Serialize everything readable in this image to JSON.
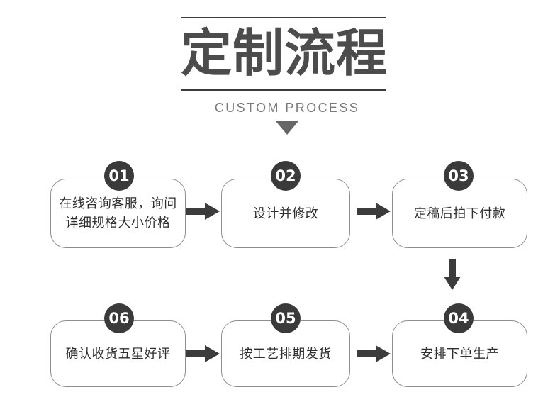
{
  "header": {
    "title": "定制流程",
    "subtitle": "CUSTOM PROCESS",
    "rule_color": "#3d3d3d",
    "title_color": "#4c4c4c",
    "subtitle_color": "#7b7b7b",
    "triangle_color": "#666666"
  },
  "colors": {
    "box_border": "#8e8e8e",
    "badge_bg": "#3a3a3a",
    "badge_text": "#ffffff",
    "arrow": "#3c3c3c",
    "text": "#2f2f2f",
    "background": "#ffffff"
  },
  "steps": [
    {
      "number": "01",
      "text": "在线咨询客服，询问\n详细规格大小价格"
    },
    {
      "number": "02",
      "text": "设计并修改"
    },
    {
      "number": "03",
      "text": "定稿后拍下付款"
    },
    {
      "number": "04",
      "text": "安排下单生产"
    },
    {
      "number": "05",
      "text": "按工艺排期发货"
    },
    {
      "number": "06",
      "text": "确认收货五星好评"
    }
  ],
  "arrows": [
    {
      "name": "arrow-step1-to-step2",
      "direction": "right"
    },
    {
      "name": "arrow-step2-to-step3",
      "direction": "right"
    },
    {
      "name": "arrow-step3-to-step4",
      "direction": "down"
    },
    {
      "name": "arrow-step6-to-step5",
      "direction": "right"
    },
    {
      "name": "arrow-step5-to-step4",
      "direction": "right"
    }
  ]
}
